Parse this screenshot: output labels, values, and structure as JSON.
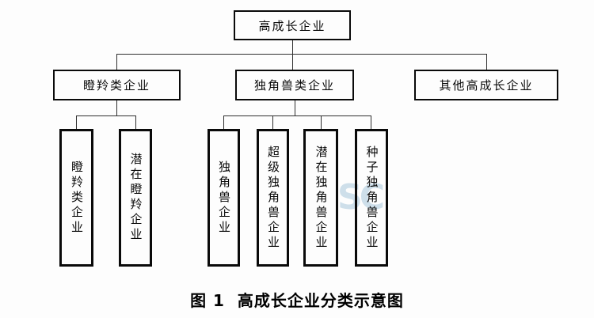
{
  "figure": {
    "caption": "图 1  高成长企业分类示意图",
    "watermark": "SC"
  },
  "tree": {
    "root": {
      "label": "高成长企业"
    },
    "children": [
      {
        "label": "瞪羚类企业",
        "children": [
          {
            "label": "瞪羚类企业"
          },
          {
            "label": "潜在瞪羚企业"
          }
        ]
      },
      {
        "label": "独角兽类企业",
        "children": [
          {
            "label": "独角兽企业"
          },
          {
            "label": "超级独角兽企业"
          },
          {
            "label": "潜在独角兽企业"
          },
          {
            "label": "种子独角兽企业"
          }
        ]
      },
      {
        "label": "其他高成长企业",
        "children": []
      }
    ]
  },
  "colors": {
    "line": "#2f2f2f",
    "border": "#0a0a0a",
    "background": "#fdfdfd",
    "watermark": "#a9c7dc"
  }
}
